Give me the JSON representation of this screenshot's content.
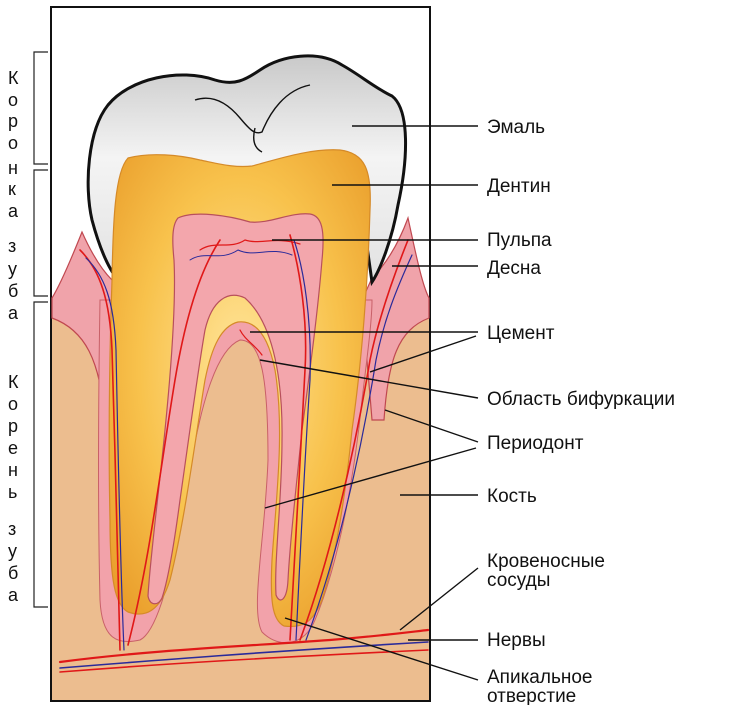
{
  "labels": {
    "enamel": "Эмаль",
    "dentin": "Дентин",
    "pulp": "Пульпа",
    "gum": "Десна",
    "cement": "Цемент",
    "bifurcation": "Область бифуркации",
    "periodont": "Периодонт",
    "bone": "Кость",
    "vessels_1": "Кровеносные",
    "vessels_2": "сосуды",
    "nerves": "Нервы",
    "apical_1": "Апикальное",
    "apical_2": "отверстие"
  },
  "side_labels": {
    "crown": [
      "К",
      "о",
      "р",
      "о",
      "н",
      "к",
      "а",
      " ",
      "з",
      "у",
      "б",
      "а"
    ],
    "root": [
      "К",
      "о",
      "р",
      "е",
      "н",
      "ь",
      " ",
      "з",
      "у",
      "б",
      "а"
    ]
  },
  "colors": {
    "bone": "#ecbd8f",
    "enamel": "#f0f0f0",
    "dentin": "#f6b63c",
    "pulp": "#f2a3a8",
    "gum": "#f0a0a8",
    "artery": "#e01818",
    "vein": "#2a2a9a"
  }
}
